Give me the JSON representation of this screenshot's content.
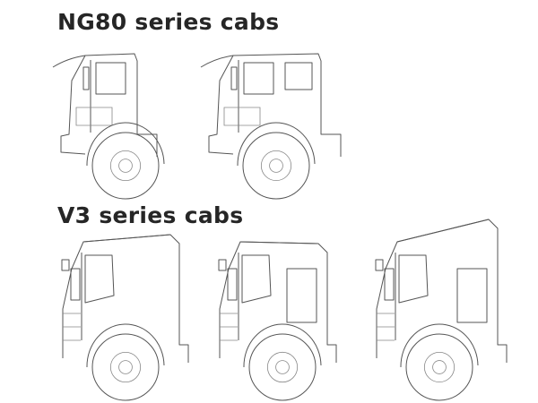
{
  "sections": [
    {
      "title": "NG80 series cabs",
      "cabs": [
        "ng80-short-cab",
        "ng80-crew-cab"
      ]
    },
    {
      "title": "V3 series cabs",
      "cabs": [
        "v3-low-cab",
        "v3-crew-cab",
        "v3-high-roof-cab"
      ]
    }
  ],
  "colors": {
    "title": "#262626",
    "line": "#555555",
    "background": "#ffffff"
  }
}
